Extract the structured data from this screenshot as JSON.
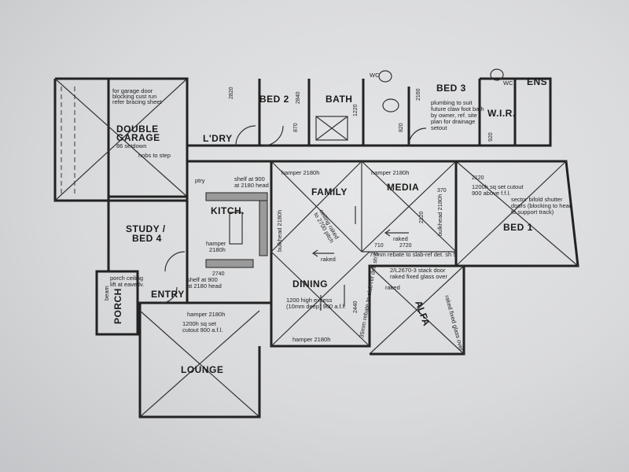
{
  "rooms": {
    "double_garage": "DOUBLE\nGARAGE",
    "bed2": "BED 2",
    "bath": "BATH",
    "bed3": "BED 3",
    "wc_left": "WC",
    "wc_right": "WC",
    "ens": "ENS",
    "wir": "W.I.R.",
    "ldry": "L'DRY",
    "family": "FAMILY",
    "media": "MEDIA",
    "bed1": "BED 1",
    "study": "STUDY /\nBED 4",
    "kitch": "KITCH.",
    "ptry": "ptry",
    "entry": "ENTRY",
    "porch": "PORCH",
    "dining": "DINING",
    "alfa": "ALFA",
    "lounge": "LOUNGE"
  },
  "notes": {
    "garage_door": "for garage door\nblocking cust run\nrefer bracing sheet",
    "garage_setdown": "86 setdown",
    "hobs_to_step": "hobs to step",
    "hamper_family": "hamper 2180h",
    "hamper_media": "hamper 2180h",
    "shelf_at_900": "shelf at 900\nat 2180 head",
    "bulkhead_family": "bulkhead 2180h",
    "bulkhead_media": "bulkhead 2180h",
    "ceiling_raked": "ceiling raked\nto 2700 pitch",
    "raked_family": "raked",
    "raked_media": "raked",
    "raked_dining": "raked",
    "raked_alfa": "raked",
    "plumbing": "plumbing to suit\nfuture claw foot bath\nby owner, ref. site\nplan for drainage\nsetout",
    "bifold": "sector bifold shutter\ndoors (blocking to head\nto support track)",
    "sq_set_cutout_bed1": "1200h sq set cutout\n900 above f.f.l.",
    "media_to_slab": "75mm rebate to slab-ref det. sh 5",
    "dining_window": "1200 high excess\n(10mm deep) 900 a.f.l.",
    "dining_rebate": "35mm rebate to slab-ref det. sh 5",
    "stack_door": "2/L2670-3 stack door\nraked fixed glass over",
    "alfa_fixed_glass": "raked fixed glass over",
    "porch_ceiling": "porch ceiling\nlift at eave lv.",
    "hamper_lounge": "hamper 2180h",
    "sq_set_cutout_lounge": "1200h sq set\ncutout 900 a.f.l.",
    "hamper_kitch": "hamper\n2180h",
    "shelf_kitch": "shelf at 900\nat 2180 head",
    "hamper_dining": "hamper 2180h",
    "beam": "beam"
  },
  "dims": {
    "d2120": "2120",
    "d2120b": "2120",
    "d2720": "2720",
    "d710": "710",
    "d370": "370",
    "d820": "820",
    "d870": "870",
    "d920": "920",
    "d2820": "2820",
    "d2840": "2840",
    "d1220": "1220",
    "d2160": "2160",
    "d2440": "2440",
    "d2740": "2740"
  }
}
